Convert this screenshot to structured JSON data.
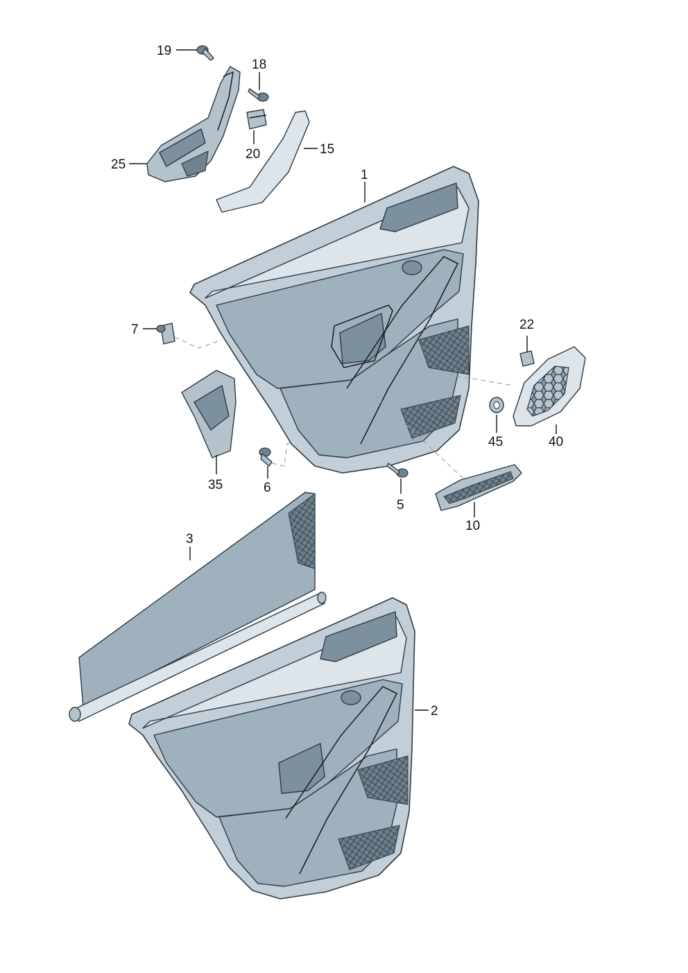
{
  "colors": {
    "panel": "#c3cfd8",
    "panel_dark": "#7d909d",
    "outline": "#2d3942",
    "label": "#111111"
  },
  "callouts": {
    "p1": "1",
    "p2": "2",
    "p3": "3",
    "p5": "5",
    "p6": "6",
    "p7": "7",
    "p10": "10",
    "p15": "15",
    "p18": "18",
    "p19": "19",
    "p20": "20",
    "p22": "22",
    "p25": "25",
    "p35": "35",
    "p40": "40",
    "p45": "45"
  }
}
